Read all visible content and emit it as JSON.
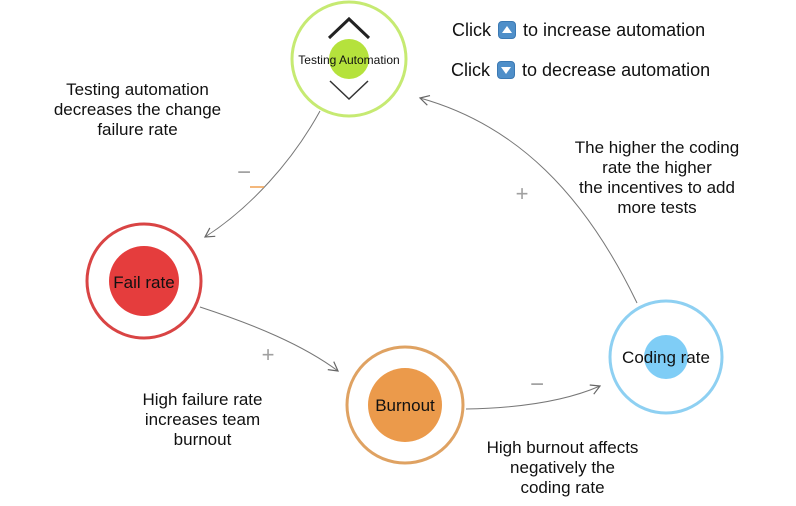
{
  "instructions": {
    "increase": {
      "prefix": "Click",
      "suffix": "to increase automation",
      "icon": "up-arrow-key-icon"
    },
    "decrease": {
      "prefix": "Click",
      "suffix": "to decrease automation",
      "icon": "down-arrow-key-icon"
    }
  },
  "nodes": {
    "testing": {
      "label": "Testing Automation",
      "ring_color": "#c6ea72",
      "core_color": "#b5e23c"
    },
    "fail": {
      "label": "Fail rate",
      "ring_color": "#d94444",
      "core_color": "#e53d3d"
    },
    "burnout": {
      "label": "Burnout",
      "ring_color": "#dfa262",
      "core_color": "#eb9a4b"
    },
    "coding": {
      "label": "Coding rate",
      "ring_color": "#8ed0f2",
      "core_color": "#7fcdf6"
    }
  },
  "links": {
    "testing_fail": {
      "sign": "−"
    },
    "fail_burnout": {
      "sign": "+"
    },
    "burnout_coding": {
      "sign": "−"
    },
    "coding_testing": {
      "sign": "+"
    }
  },
  "notes": {
    "testing_fail": [
      "Testing automation",
      "decreases the change",
      "failure rate"
    ],
    "fail_burnout": [
      "High failure rate",
      "increases team",
      "burnout"
    ],
    "burnout_coding": [
      "High burnout affects",
      "negatively the",
      "coding rate"
    ],
    "coding_testing": [
      "The higher the coding",
      "rate the higher",
      "the incentives to add",
      "more tests"
    ]
  },
  "controls": {
    "increase_icon": "chevron-up-icon",
    "decrease_icon": "chevron-down-icon"
  }
}
